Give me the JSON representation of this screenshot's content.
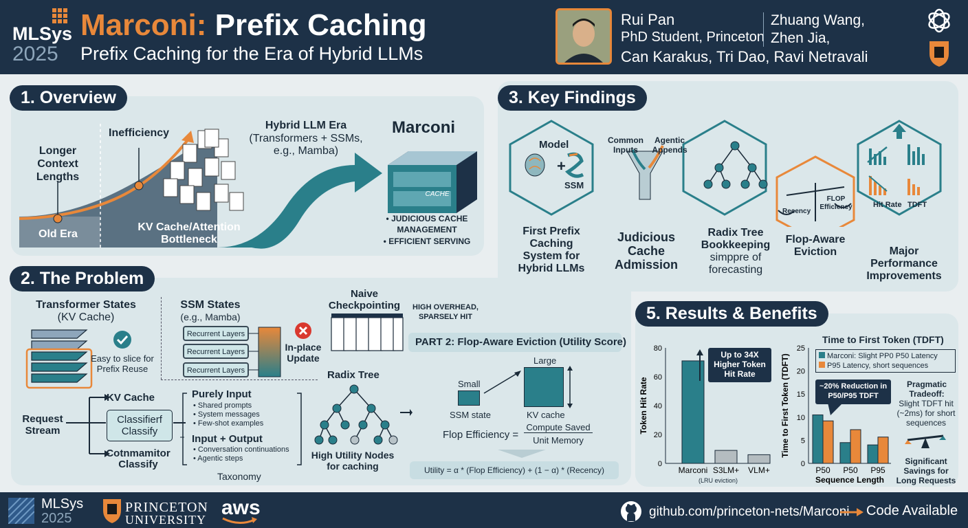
{
  "header": {
    "conf_line1": "MLSys",
    "conf_line2": "2025",
    "title_accent": "Marconi:",
    "title_rest": "Prefix Caching",
    "subtitle": "Prefix Caching for the Era of Hybrid LLMs",
    "presenter_name": "Rui Pan",
    "presenter_role": "PhD Student, Princeton",
    "coauthors_a": "Zhuang Wang,",
    "coauthors_b": "Zhen Jia,",
    "coauthors_c": "Can Karakus, Tri Dao, Ravi Netravali"
  },
  "overview": {
    "title": "1. Overview",
    "longer": "Longer Context Lengths",
    "inefficiency": "Inefficiency",
    "old_era": "Old Era",
    "kv_bottleneck": "KV Cache/Attention Bottleneck",
    "hybrid": "Hybrid LLM Era",
    "hybrid_sub": "(Transformers + SSMs, e.g., Mamba)",
    "marconi": "Marconi",
    "cache": "CACHE",
    "bullet1": "• JUDICIOUS CACHE MANAGEMENT",
    "bullet2": "• EFFICIENT SERVING"
  },
  "problem": {
    "title": "2. The Problem",
    "transformer": "Transformer States",
    "kv_cache_paren": "(KV Cache)",
    "easy": "Easy to slice for Prefix Reuse",
    "ssm": "SSM States",
    "ssm_sub": "(e.g., Mamba)",
    "recurrent": [
      "Recurrent Layers",
      "Recurrent Layers",
      "Recurrent Layers"
    ],
    "inplace": "In-place Update",
    "naive": "Naive Checkpointing",
    "high_overhead": "HIGH OVERHEAD, SPARSELY HIT",
    "request": "Request Stream",
    "kv_cache": "KV Cache",
    "classifier": "Classifierf Classify",
    "cotn": "Cotnmamitor Classify",
    "purely": "Purely Input",
    "purely_items": [
      "• Shared prompts",
      "• System messages",
      "• Few-shot examples"
    ],
    "io": "Input + Output",
    "io_items": [
      "• Conversation continuations",
      "• Agentic steps"
    ],
    "taxonomy": "Taxonomy",
    "radix": "Radix Tree",
    "high_utility": "High Utility Nodes for caching"
  },
  "part2": {
    "title": "PART 2: Flop-Aware Eviction (Utility Score)",
    "small": "Small",
    "ssm_state": "SSM state",
    "large": "Large",
    "kv_cache": "KV cache",
    "flop_eff": "Flop Efficiency =",
    "numer": "Compute Saved",
    "denom": "Unit Memory",
    "utility": "Utility = α * (Flop Efficiency) + (1 − α) * (Recency)"
  },
  "findings": {
    "title": "3. Key Findings",
    "model": "Model",
    "ssm": "SSM",
    "plus": "+",
    "first": "First Prefix Caching System for Hybrid LLMs",
    "common": "Common Inputs",
    "agentic": "Agentic Appends",
    "judicious": "Judicious Cache Admission",
    "radix": "Radix Tree Bookkeeping",
    "simppre": "simppre of forecasting",
    "recency": "Recency",
    "flop_eff": "FLOP Efficiency",
    "flop_aware": "Flop-Aware Eviction",
    "hit_rate": "Hit Rate",
    "tdft": "TDFT",
    "major": "Major Performance Improvements"
  },
  "results": {
    "title": "5. Results & Benefits",
    "up_to": "Up to 34X Higher Token Hit Rate",
    "tdft_title": "Time to First Token (TDFT)",
    "legend_marconi": "Marconi: Slight PP0 P50 Latency",
    "legend_p95": "P95 Latency, short sequences",
    "reduction": "~20% Reduction in P50/P95 TDFT",
    "pragmatic": "Pragmatic Tradeoff:",
    "pragmatic_body": "Slight TDFT hit (~2ms) for short sequences",
    "significant": "Significant Savings for Long Requests",
    "lru": "(LRU eviction)"
  },
  "footer": {
    "conf1": "MLSys",
    "conf2": "2025",
    "princeton1": "PRINCETON",
    "princeton2": "UNIVERSITY",
    "aws": "aws",
    "repo": "github.com/princeton-nets/Marconi",
    "code": "Code Available"
  },
  "colors": {
    "navy": "#1d3147",
    "teal": "#2a7f8a",
    "orange": "#e8883a"
  },
  "chart_data": [
    {
      "type": "bar",
      "categories": [
        "Marconi",
        "S3LM+",
        "VLM+"
      ],
      "values": [
        71,
        9,
        6
      ],
      "ylabel": "Token Hit Rate",
      "ylim": [
        0,
        80
      ],
      "yticks": [
        0,
        20,
        40,
        60,
        80
      ]
    },
    {
      "type": "bar",
      "categories": [
        "P50",
        "P50",
        "P95"
      ],
      "series": [
        {
          "name": "Marconi",
          "values": [
            10.5,
            4.5,
            4
          ]
        },
        {
          "name": "P95",
          "values": [
            9.2,
            7.3,
            5.7
          ]
        }
      ],
      "xlabel": "Sequence Length",
      "ylabel": "Time to First Token (TDFT)",
      "ylim": [
        0,
        25
      ],
      "yticks": [
        0,
        5,
        10,
        15,
        20,
        25
      ]
    }
  ]
}
